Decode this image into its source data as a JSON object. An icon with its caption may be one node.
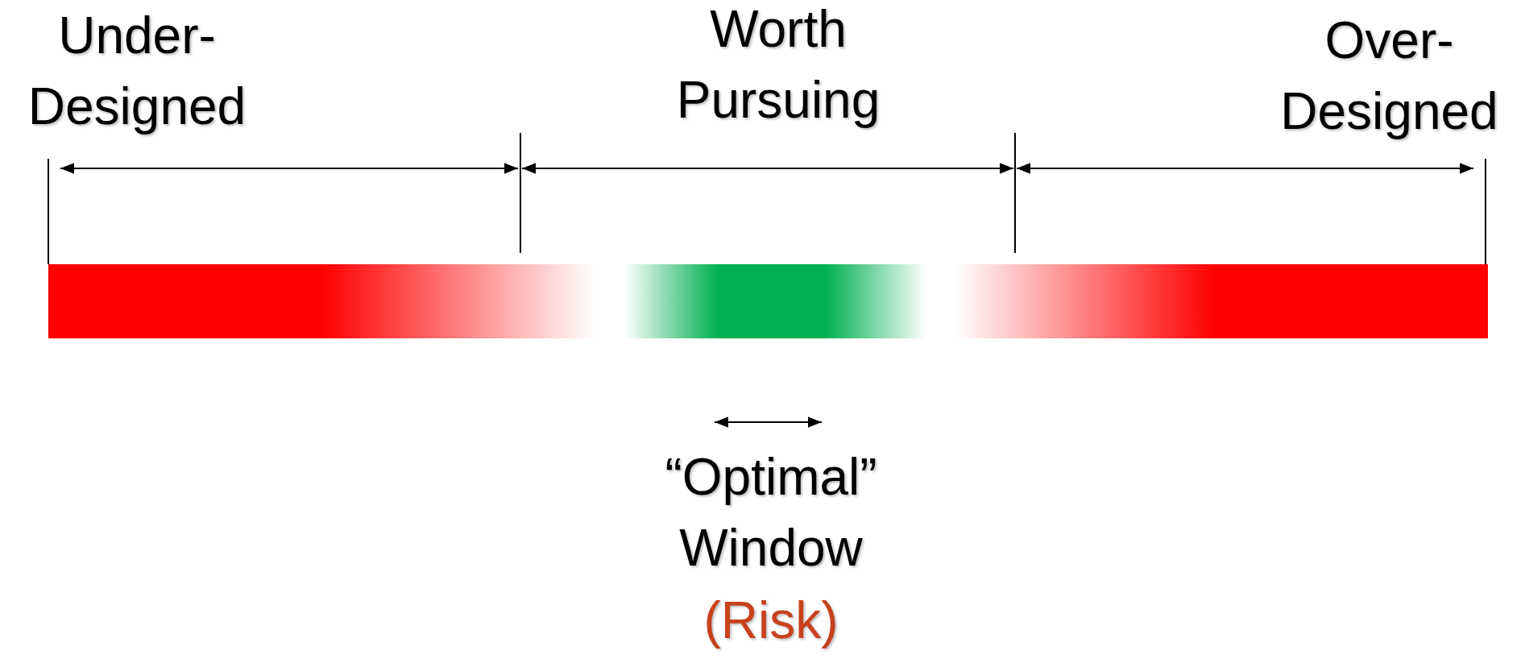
{
  "diagram": {
    "nodes": [
      {
        "text": [],
        "shape": "bar"
      }
    ],
    "labels": [
      "Under- Designed",
      "Worth Pursuing",
      "Over- Designed",
      "“Optimal” Window",
      "(Risk)"
    ]
  }
}
